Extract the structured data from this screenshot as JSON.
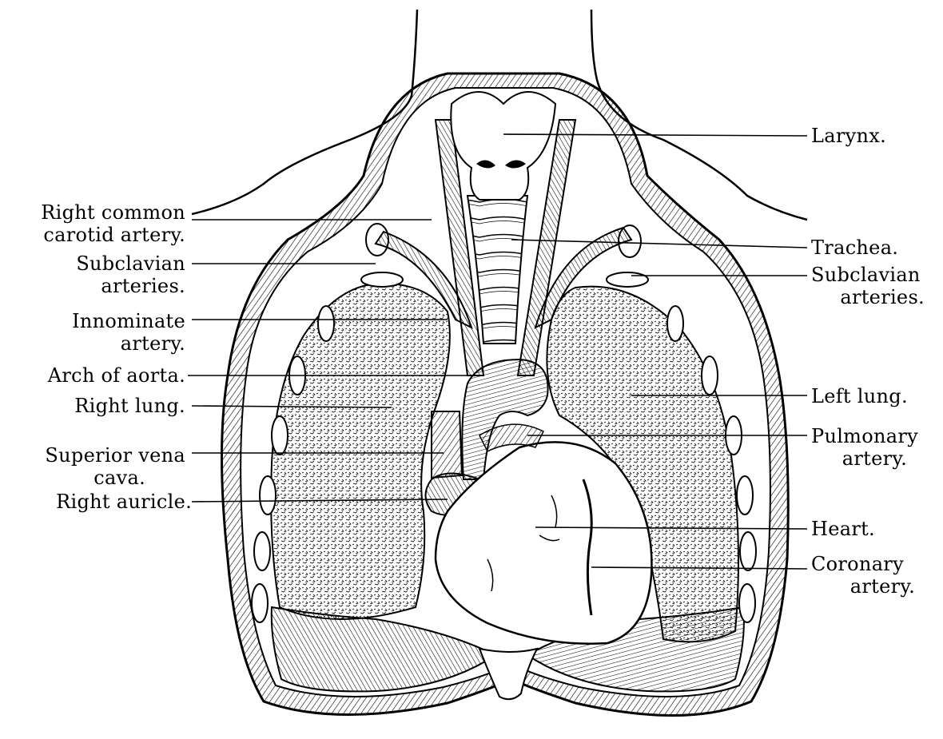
{
  "colors": {
    "ink": "#000000",
    "paper": "#ffffff"
  },
  "labels_left": {
    "right_common_carotid_1": "Right common",
    "right_common_carotid_2": "carotid artery.",
    "subclavian_left_1": "Subclavian",
    "subclavian_left_2": "arteries.",
    "innominate_1": "Innominate",
    "innominate_2": "artery.",
    "arch_of_aorta": "Arch of aorta.",
    "right_lung": "Right lung.",
    "superior_vena_cava_1": "Superior vena",
    "superior_vena_cava_2": "cava.",
    "right_auricle": "Right auricle."
  },
  "labels_right": {
    "larynx": "Larynx.",
    "trachea": "Trachea.",
    "subclavian_right_1": "Subclavian",
    "subclavian_right_2": "arteries.",
    "left_lung": "Left lung.",
    "pulmonary_1": "Pulmonary",
    "pulmonary_2": "artery.",
    "heart": "Heart.",
    "coronary_1": "Coronary",
    "coronary_2": "artery."
  }
}
